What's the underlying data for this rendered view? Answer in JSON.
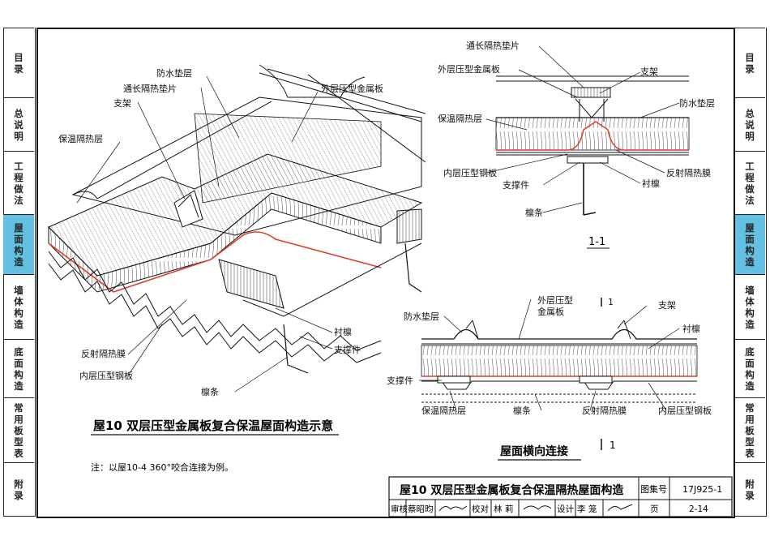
{
  "sidebar_left": [
    {
      "label": "目录"
    },
    {
      "label": "总说明"
    },
    {
      "label": "工程做法"
    },
    {
      "label": "屋面构造",
      "active": true
    },
    {
      "label": "墙体构造"
    },
    {
      "label": "底面构造"
    },
    {
      "label": "常用板型表"
    },
    {
      "label": "附录"
    }
  ],
  "sidebar_right": [
    {
      "label": "目录"
    },
    {
      "label": "总说明"
    },
    {
      "label": "工程做法"
    },
    {
      "label": "屋面构造",
      "active": true
    },
    {
      "label": "墙体构造"
    },
    {
      "label": "底面构造"
    },
    {
      "label": "常用板型表"
    },
    {
      "label": "附录"
    }
  ],
  "iso": {
    "labels": {
      "waterproof": "防水垫层",
      "spacer": "通长隔热垫片",
      "bracket": "支架",
      "insulation": "保温隔热层",
      "outer_panel": "外层压型金属板",
      "purlin_liner": "衬檩",
      "support": "支撑件",
      "reflective": "反射隔热膜",
      "inner_panel": "内层压型钢板",
      "purlin": "檩条"
    },
    "title": "屋10  双层压型金属板复合保温屋面构造示意"
  },
  "section": {
    "labels": {
      "spacer": "通长隔热垫片",
      "outer_panel": "外层压型金属板",
      "bracket": "支架",
      "waterproof": "防水垫层",
      "insulation": "保温隔热层",
      "inner_panel": "内层压型钢板",
      "reflective": "反射隔热膜",
      "support": "支撑件",
      "purlin_liner": "衬檩",
      "purlin": "檩条"
    },
    "title": "1-1"
  },
  "transverse": {
    "labels": {
      "outer_panel_1": "外层压型",
      "outer_panel_2": "金属板",
      "marker": "1",
      "bracket": "支架",
      "waterproof": "防水垫层",
      "purlin_liner": "衬檩",
      "support": "支撑件",
      "insulation": "保温隔热层",
      "purlin": "檩条",
      "reflective": "反射隔热膜",
      "inner_panel": "内层压型钢板"
    },
    "title": "屋面横向连接",
    "marker_bottom": "1"
  },
  "note": "注：以屋10-4 360°咬合连接为例。",
  "title_block": {
    "title": "屋10  双层压型金属板复合保温隔热屋面构造",
    "atlas_label": "图集号",
    "atlas_no": "17J925-1",
    "review_label": "审核",
    "reviewer": "蔡昭昀",
    "check_label": "校对",
    "checker": "林 莉",
    "design_label": "设计",
    "designer": "李 笼",
    "page_label": "页",
    "page_no": "2-14"
  }
}
